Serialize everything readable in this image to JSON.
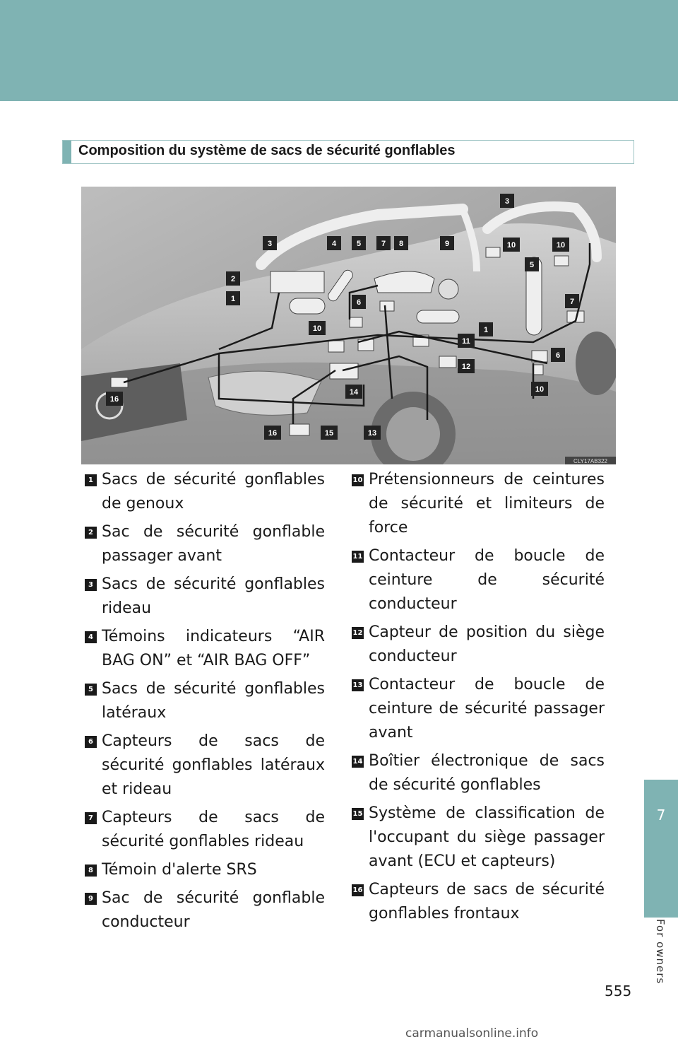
{
  "section_title": "Composition du système de sacs de sécurité gonflables",
  "side_tab": {
    "chapter": "7",
    "label": "For owners"
  },
  "page_number": "555",
  "watermark": "carmanualsonline.info",
  "figure": {
    "image_code": "CLY17AB322",
    "callouts": [
      "1",
      "2",
      "3",
      "4",
      "5",
      "6",
      "7",
      "8",
      "9",
      "10",
      "11",
      "12",
      "13",
      "14",
      "15",
      "16"
    ]
  },
  "legend": {
    "left": [
      {
        "num": "1",
        "text": "Sacs de sécurité gonflables de genoux"
      },
      {
        "num": "2",
        "text": "Sac de sécurité gonflable passager avant"
      },
      {
        "num": "3",
        "text": "Sacs de sécurité gonflables rideau"
      },
      {
        "num": "4",
        "text": "Témoins indicateurs “AIR BAG ON” et “AIR BAG OFF”"
      },
      {
        "num": "5",
        "text": "Sacs de sécurité gonflables latéraux"
      },
      {
        "num": "6",
        "text": "Capteurs de sacs de sécurité gonflables latéraux et rideau"
      },
      {
        "num": "7",
        "text": "Capteurs de sacs de sécurité gonflables rideau"
      },
      {
        "num": "8",
        "text": "Témoin d'alerte SRS"
      },
      {
        "num": "9",
        "text": "Sac de sécurité gonflable conducteur"
      }
    ],
    "right": [
      {
        "num": "10",
        "text": "Prétensionneurs de ceintures de sécurité et limiteurs de force"
      },
      {
        "num": "11",
        "text": "Contacteur de boucle de ceinture de sécurité conducteur"
      },
      {
        "num": "12",
        "text": "Capteur de position du siège conducteur"
      },
      {
        "num": "13",
        "text": "Contacteur de boucle de ceinture de sécurité passager avant"
      },
      {
        "num": "14",
        "text": "Boîtier électronique de sacs de sécurité gonflables"
      },
      {
        "num": "15",
        "text": "Système de classification de l'occupant du siège passager avant (ECU et capteurs)"
      },
      {
        "num": "16",
        "text": "Capteurs de sacs de sécurité gonflables frontaux"
      }
    ]
  }
}
